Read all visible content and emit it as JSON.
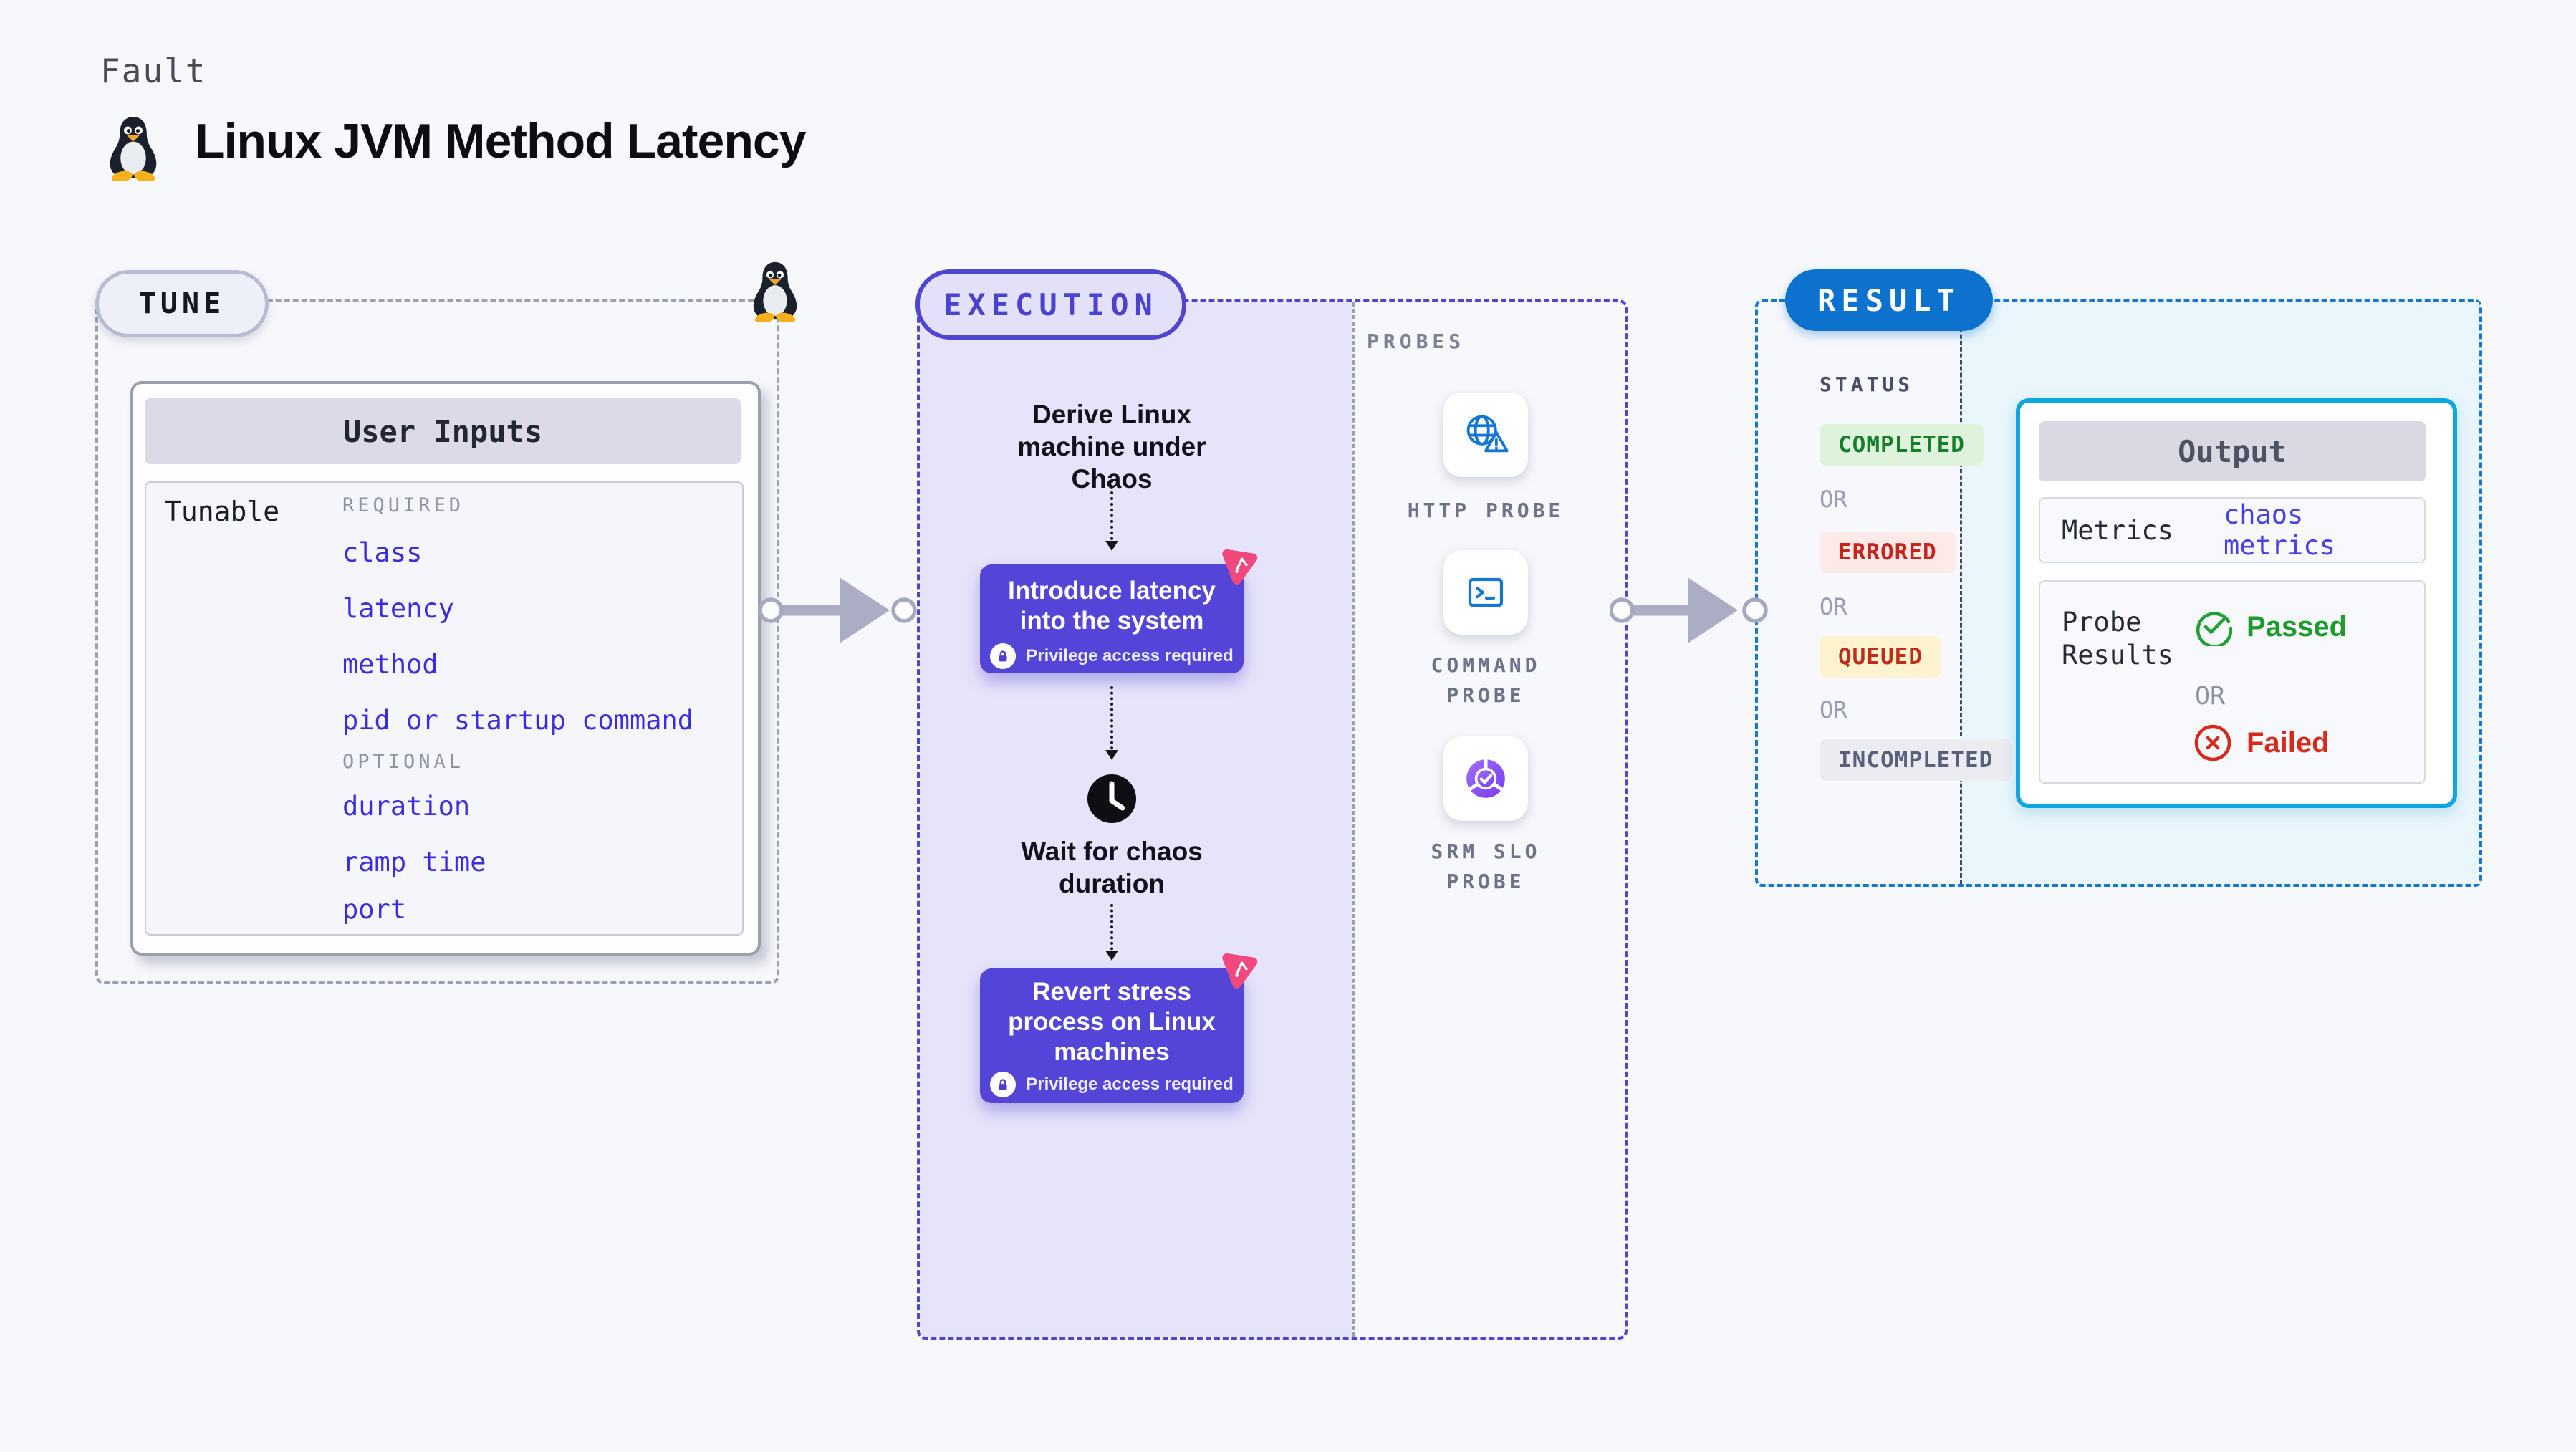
{
  "page": {
    "kicker": "Fault",
    "title": "Linux JVM Method Latency",
    "background": "#f7f8fc"
  },
  "tune": {
    "label": "TUNE",
    "inputs_title": "User Inputs",
    "row_label": "Tunable",
    "required_heading": "REQUIRED",
    "required_params": [
      "class",
      "latency",
      "method",
      "pid or startup command"
    ],
    "optional_heading": "OPTIONAL",
    "optional_params": [
      "duration",
      "ramp time",
      "port"
    ],
    "param_color": "#3a2de0"
  },
  "execution": {
    "label": "EXECUTION",
    "derive_step": "Derive Linux machine under Chaos",
    "introduce_step": "Introduce latency into the system",
    "wait_step": "Wait for chaos duration",
    "revert_step": "Revert stress process on Linux machines",
    "privilege_note": "Privilege access required",
    "accent": "#4f46cf",
    "step_background": "#5245d8"
  },
  "probes": {
    "label": "PROBES",
    "items": [
      {
        "name": "HTTP PROBE",
        "icon": "globe-warning-icon"
      },
      {
        "name": "COMMAND PROBE",
        "icon": "terminal-icon"
      },
      {
        "name": "SRM SLO PROBE",
        "icon": "slo-donut-check-icon"
      }
    ],
    "icon_color": "#1377d3"
  },
  "result": {
    "label": "RESULT",
    "status_heading": "STATUS",
    "or_label": "OR",
    "statuses": [
      {
        "label": "COMPLETED",
        "color": "#177e2a",
        "background": "#def2dc"
      },
      {
        "label": "ERRORED",
        "color": "#c7251c",
        "background": "#fce9e8"
      },
      {
        "label": "QUEUED",
        "color": "#bf2d18",
        "background": "#fdf3cf"
      },
      {
        "label": "INCOMPLETED",
        "color": "#59607a",
        "background": "#ebecf2"
      }
    ],
    "accent": "#1478d2",
    "output": {
      "title": "Output",
      "metrics_label": "Metrics",
      "metrics_value": "chaos metrics",
      "probe_results_label": "Probe Results",
      "passed_label": "Passed",
      "or_label": "OR",
      "failed_label": "Failed",
      "passed_color": "#1f9b2d",
      "failed_color": "#d62a1c"
    }
  }
}
